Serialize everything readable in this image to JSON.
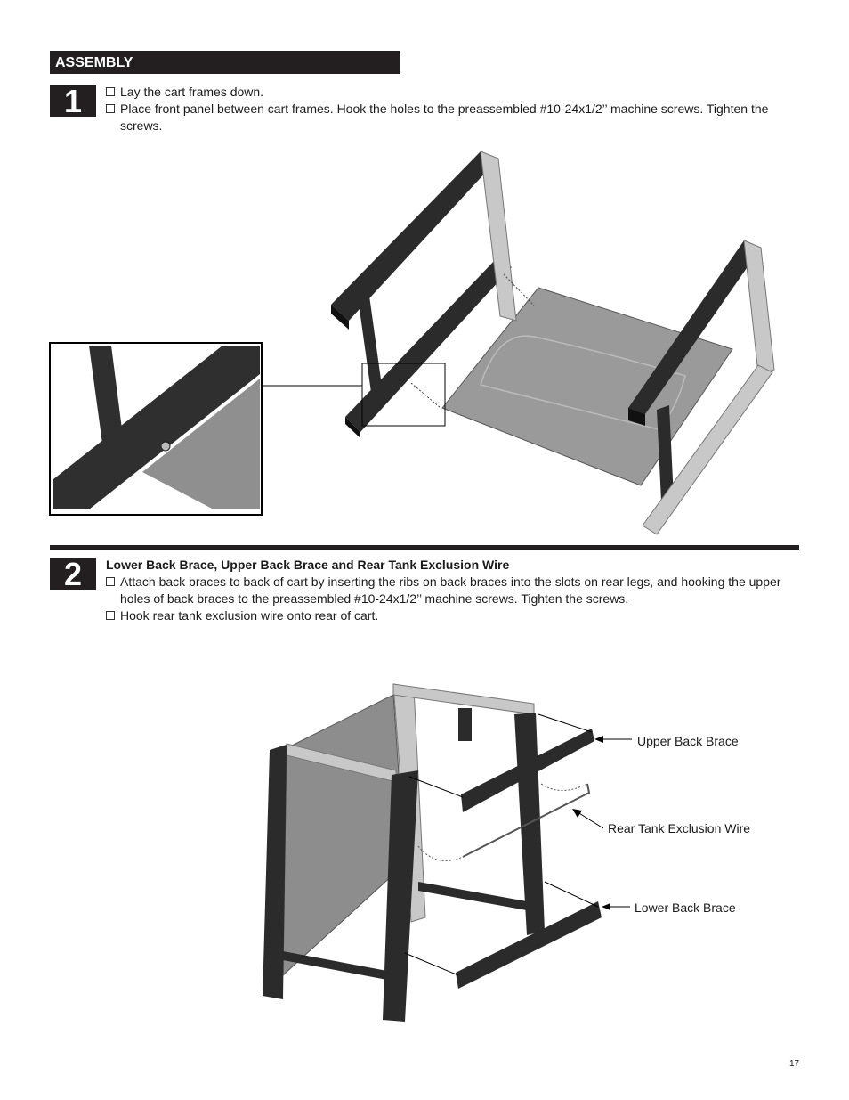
{
  "section": {
    "title": "ASSEMBLY"
  },
  "step1": {
    "number": "1",
    "bullets": [
      "Lay the cart frames down.",
      "Place front panel between cart frames. Hook the holes to the preassembled #10-24x1/2’’ machine screws. Tighten the screws."
    ]
  },
  "step2": {
    "number": "2",
    "title": "Lower Back Brace, Upper Back Brace and Rear Tank Exclusion Wire",
    "bullets": [
      "Attach back braces to back of cart by inserting the ribs on back braces into the slots on rear legs, and hooking the upper holes of back braces to the preassembled #10-24x1/2’’ machine screws. Tighten the screws.",
      "Hook rear tank exclusion wire onto rear of cart."
    ],
    "callouts": {
      "upper_back_brace": "Upper Back Brace",
      "rear_tank_exclusion_wire": "Rear Tank Exclusion Wire",
      "lower_back_brace": "Lower Back Brace"
    }
  },
  "page_number": "17",
  "colors": {
    "header_bg": "#231f20",
    "header_text": "#ffffff",
    "frame_dark": "#2b2b2b",
    "panel_gray": "#8a8a8a",
    "frame_light": "#c8c8c8"
  }
}
